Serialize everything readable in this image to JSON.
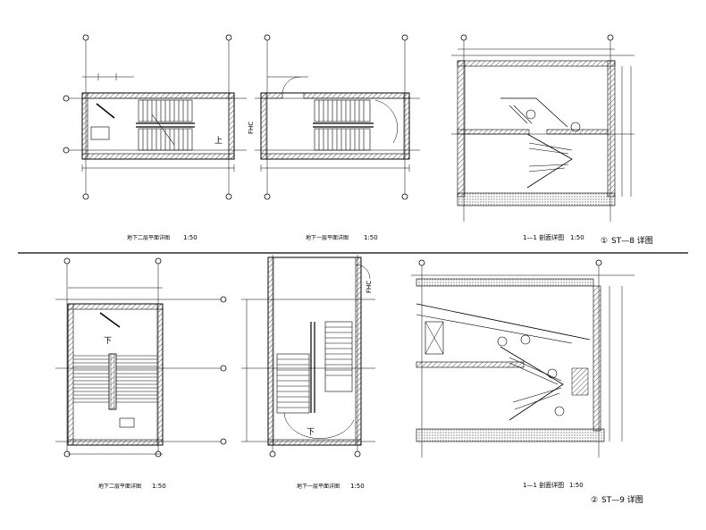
{
  "title_marks": {
    "st8": {
      "number": "①",
      "text": "ST—8 详图"
    },
    "st9": {
      "number": "②",
      "text": "ST—9 详图"
    }
  },
  "captions": {
    "b2_plan_st8": "地下二层平面详图",
    "b1_plan_st8": "地下一层平面详图",
    "section_st8": "1—1 剖面详图",
    "b2_plan_st9": "地下二层平面详图",
    "b1_plan_st9": "地下一层平面详图",
    "section_st9": "1—1 剖面详图"
  },
  "scales": {
    "b2_plan_st8": "1:50",
    "b1_plan_st8": "1:50",
    "section_st8": "1:50",
    "b2_plan_st9": "1:50",
    "b1_plan_st9": "1:50",
    "section_st9": "1:50"
  },
  "markers": {
    "fhc": "FHC",
    "down": "下",
    "up": "上"
  },
  "colors": {
    "ink": "#000000",
    "wall_hatch": "#555555",
    "paper": "#ffffff"
  }
}
